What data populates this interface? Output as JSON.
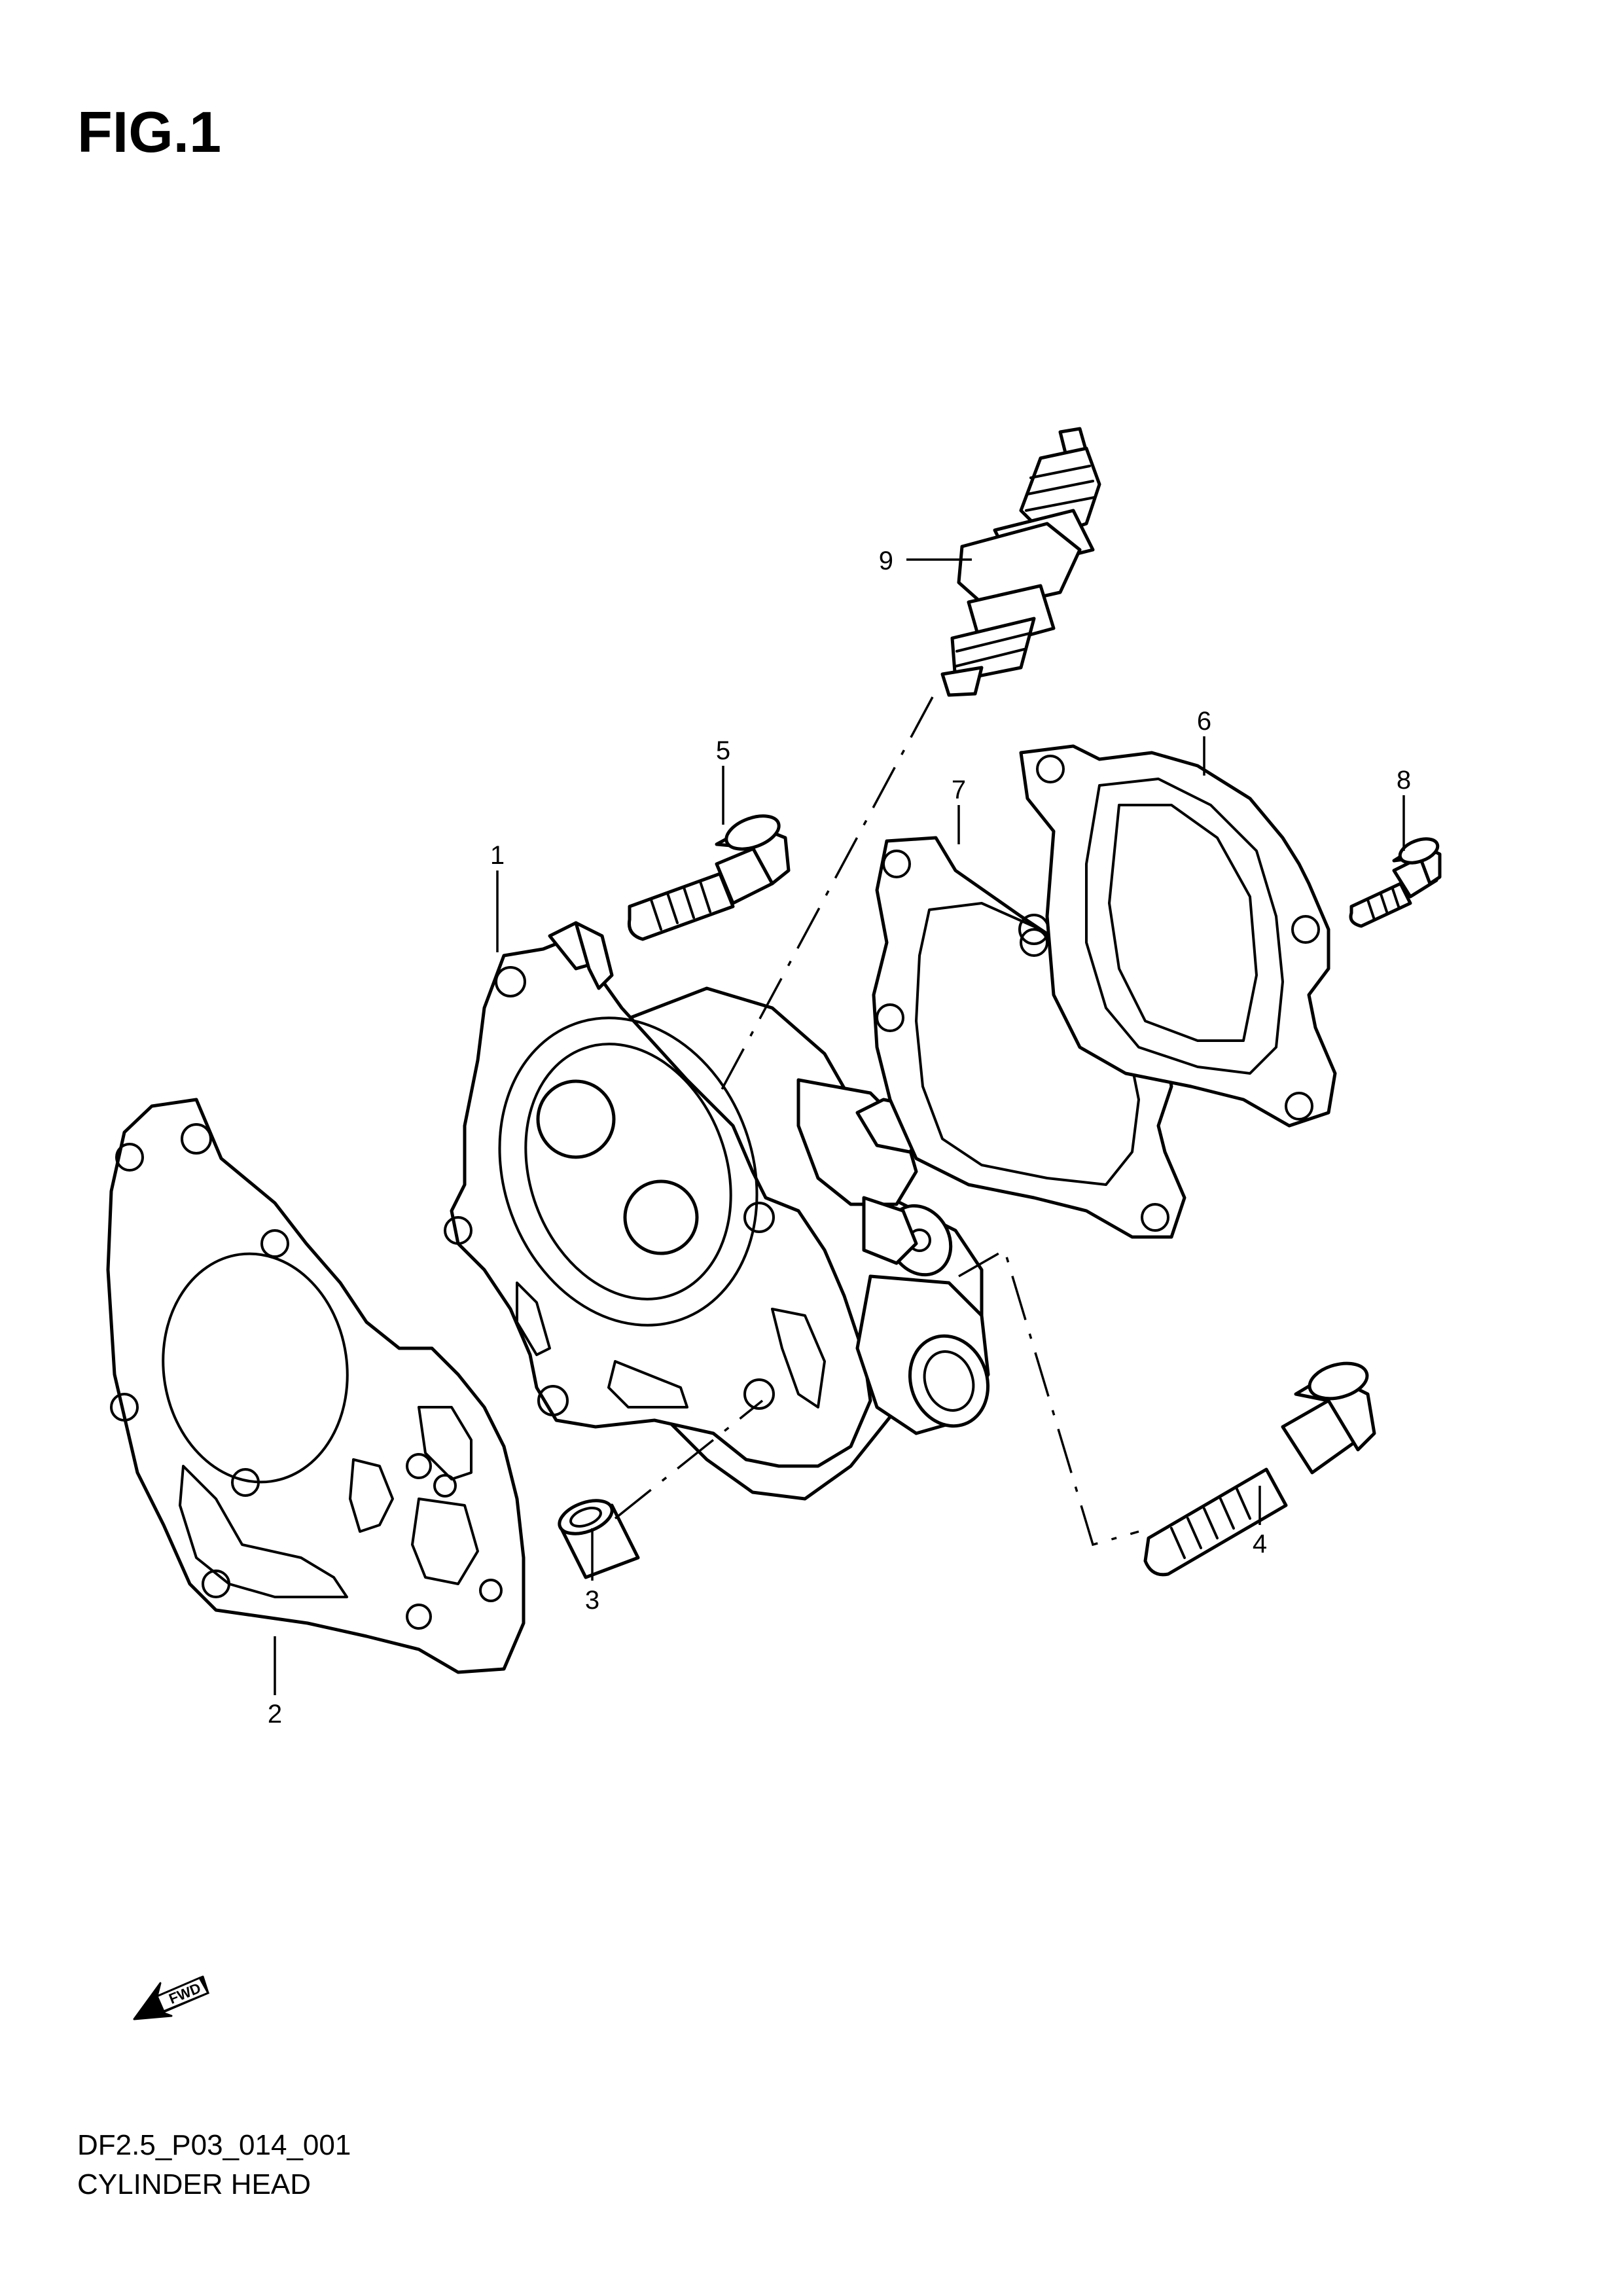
{
  "figure": {
    "title": "FIG.1",
    "code": "DF2.5_P03_014_001",
    "name": "CYLINDER HEAD",
    "fwd_label": "FWD"
  },
  "callouts": [
    "1",
    "2",
    "3",
    "4",
    "5",
    "6",
    "7",
    "8",
    "9"
  ],
  "colors": {
    "ink": "#000000",
    "paper": "#ffffff"
  },
  "icons": [
    "fwd-arrow-icon"
  ]
}
